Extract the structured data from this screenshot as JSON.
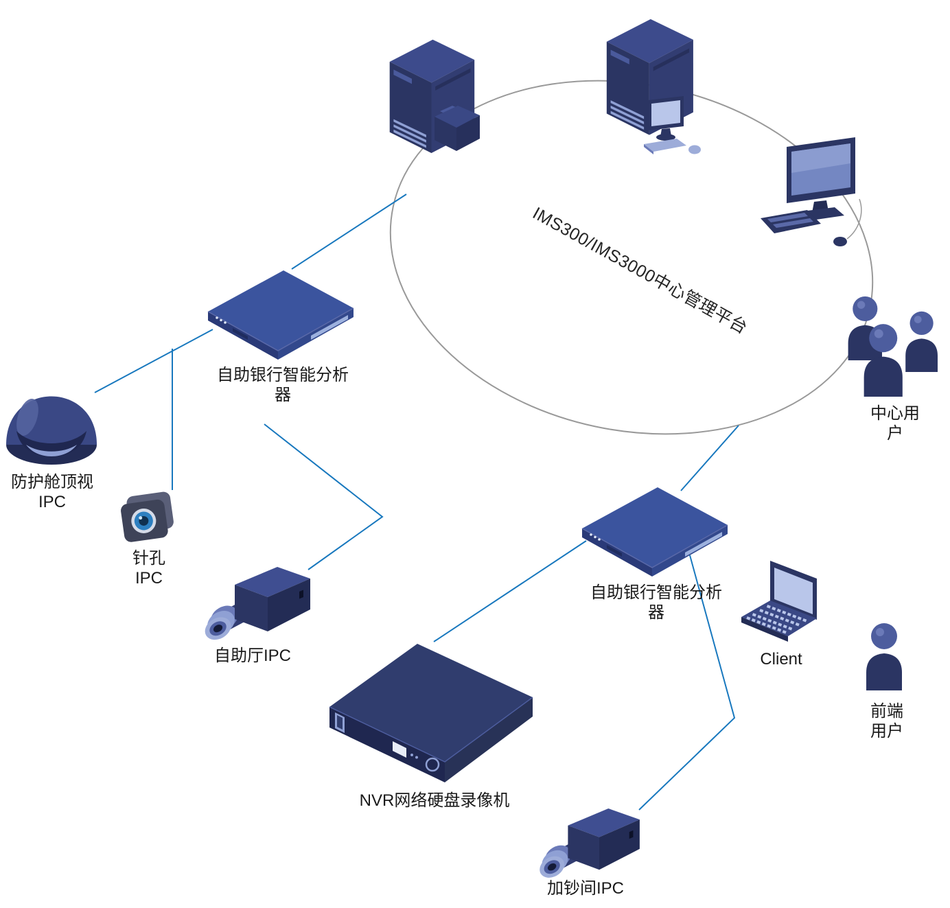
{
  "diagram": {
    "platform": {
      "title": "IMS300/IMS3000中心管理平台"
    },
    "nodes": {
      "analyzer_left": {
        "label": "自助银行智能分析\n器"
      },
      "analyzer_right": {
        "label": "自助银行智能分析\n器"
      },
      "dome_ipc": {
        "label": "防护舱顶视\nIPC"
      },
      "pinhole_ipc": {
        "label": "针孔\nIPC"
      },
      "hall_ipc": {
        "label": "自助厅IPC"
      },
      "cash_ipc": {
        "label": "加钞间IPC"
      },
      "nvr": {
        "label": "NVR网络硬盘录像机"
      },
      "client": {
        "label": "Client"
      },
      "front_user": {
        "label": "前端\n用户"
      },
      "center_user": {
        "label": "中心用户"
      }
    },
    "colors": {
      "connection_line": "#1878be",
      "platform_ellipse_stroke": "#999999",
      "device_navy_dark": "#2b3563",
      "device_navy_darkest": "#1f2750",
      "device_blue_top": "#3b549e",
      "device_pale": "#8fa0d4",
      "screen_blue": "#b9c6ea",
      "lens_blue": "#2d7fc0",
      "label_text": "#1a1a1a"
    }
  }
}
